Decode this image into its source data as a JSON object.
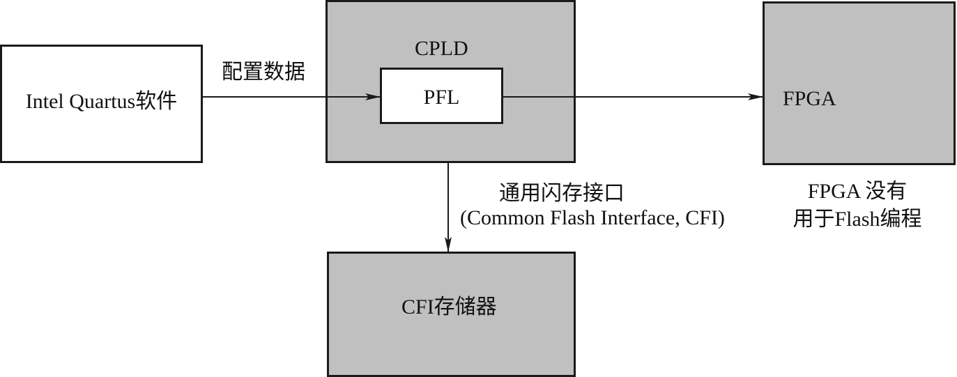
{
  "diagram": {
    "software": {
      "label": "Intel Quartus软件"
    },
    "config_data_label": "配置数据",
    "cpld": {
      "label": "CPLD"
    },
    "pfl": {
      "label": "PFL"
    },
    "fpga": {
      "label": "FPGA"
    },
    "fpga_note": {
      "line1": "FPGA 没有",
      "line2": "用于Flash编程"
    },
    "cfi_interface": {
      "line1": "通用闪存接口",
      "line2": "(Common Flash Interface, CFI)"
    },
    "cfi_memory": {
      "label": "CFI存储器"
    }
  }
}
